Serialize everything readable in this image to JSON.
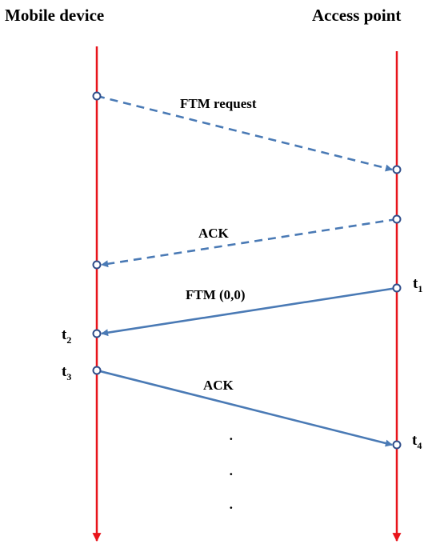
{
  "headers": {
    "left": "Mobile device",
    "right": "Access point"
  },
  "messages": [
    {
      "label": "FTM request",
      "direction": "mobile-to-ap",
      "style": "dashed"
    },
    {
      "label": "ACK",
      "direction": "ap-to-mobile",
      "style": "dashed"
    },
    {
      "label": "FTM (0,0)",
      "direction": "ap-to-mobile",
      "style": "solid"
    },
    {
      "label": "ACK",
      "direction": "mobile-to-ap",
      "style": "solid"
    }
  ],
  "timestamps": [
    {
      "base": "t",
      "sub": "1",
      "side": "access-point"
    },
    {
      "base": "t",
      "sub": "2",
      "side": "mobile-device"
    },
    {
      "base": "t",
      "sub": "3",
      "side": "mobile-device"
    },
    {
      "base": "t",
      "sub": "4",
      "side": "access-point"
    }
  ],
  "continuation": "·",
  "colors": {
    "lifeline": "#e8141b",
    "arrow": "#4a7ab5",
    "node_stroke": "#2f4d8a"
  }
}
